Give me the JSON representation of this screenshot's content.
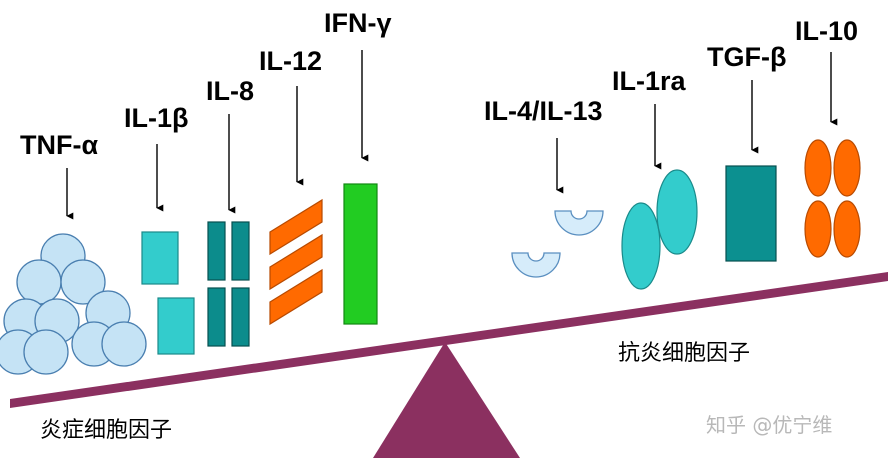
{
  "pro_inflammatory": {
    "title": "炎症细胞因子",
    "cytokines": [
      {
        "id": "tnf",
        "label": "TNF-α"
      },
      {
        "id": "il1b",
        "label": "IL-1β"
      },
      {
        "id": "il8",
        "label": "IL-8"
      },
      {
        "id": "il12",
        "label": "IL-12"
      },
      {
        "id": "ifng",
        "label": "IFN-γ"
      }
    ]
  },
  "anti_inflammatory": {
    "title": "抗炎细胞因子",
    "cytokines": [
      {
        "id": "il4",
        "label": "IL-4/IL-13"
      },
      {
        "id": "il1ra",
        "label": "IL-1ra"
      },
      {
        "id": "tgfb",
        "label": "TGF-β"
      },
      {
        "id": "il10",
        "label": "IL-10"
      }
    ]
  },
  "watermark": "知乎 @优宁维",
  "colors": {
    "tnf": "#c5e3f5",
    "il1b": "#33cccc",
    "il8": "#0c8c8c",
    "il12": "#ff6a00",
    "ifng": "#22cc22",
    "il4": "#d6ecfa",
    "il1ra": "#33cccc",
    "tgfb": "#0c9090",
    "il10": "#ff6a00",
    "beam": "#8b3060",
    "fulcrum": "#8b3060"
  }
}
